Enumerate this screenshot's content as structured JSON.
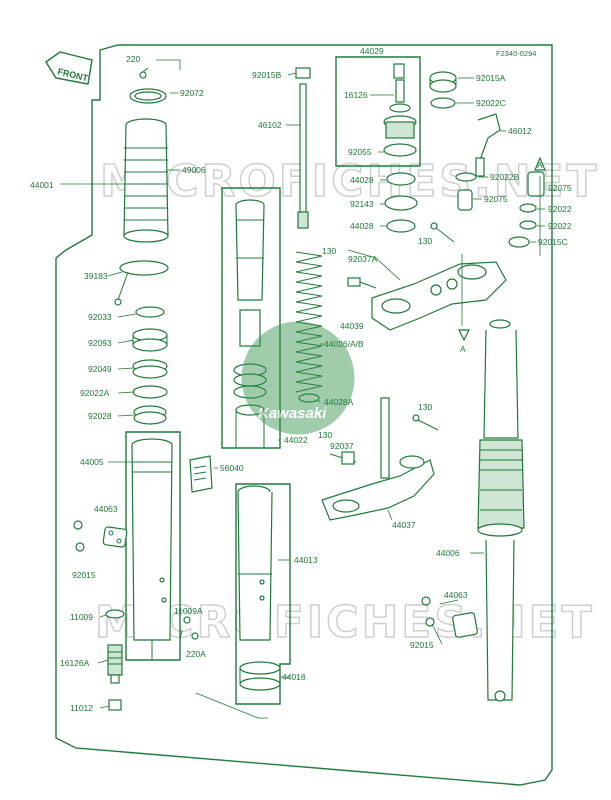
{
  "diagram_code": "F2340-0294",
  "front_label": "FRONT",
  "watermark": "MICROFICHES.NET",
  "logo": "Kawasaki",
  "colors": {
    "ink": "#1f7a3a",
    "background": "#ffffff",
    "watermark": "#cfcfcf"
  },
  "labels": {
    "p220": "220",
    "p92072": "92072",
    "p44001": "44001",
    "p49006": "49006",
    "p39183": "39183",
    "p92033": "92033",
    "p92093": "92093",
    "p92049": "92049",
    "p92022A_left": "92022A",
    "p92028": "92028",
    "p44005": "44005",
    "p56040": "56040",
    "p44063_left": "44063",
    "p92015_left": "92015",
    "p11009": "11009",
    "p11009A": "11009A",
    "p220A": "220A",
    "p16126A": "16126A",
    "p11012": "11012",
    "p92015B": "92015B",
    "p46102": "46102",
    "p44029": "44029",
    "p16126": "16126",
    "p92055": "92055",
    "p44028_top": "44028",
    "p92143": "92143",
    "p44028_mid": "44028",
    "p130_a": "130",
    "p92037A": "92037A",
    "p44039": "44039",
    "p44026AB": "44026/A/B",
    "p44028A": "44028A",
    "p44022": "44022",
    "p130_b": "130",
    "p92037": "92037",
    "p130_c": "130",
    "p44037": "44037",
    "p44013": "44013",
    "p44018": "44018",
    "p92015A": "92015A",
    "p92022C": "92022C",
    "p46012": "46012",
    "p92022B": "92022B",
    "p92075_a": "92075",
    "p92075_b": "92075",
    "p92022_a": "92022",
    "p92022_b": "92022",
    "p92015C": "92015C",
    "p130_d": "130",
    "callout_A_top": "A",
    "callout_A_mid": "A",
    "p44006": "44006",
    "p44063_right": "44063",
    "p92015_right": "92015"
  }
}
